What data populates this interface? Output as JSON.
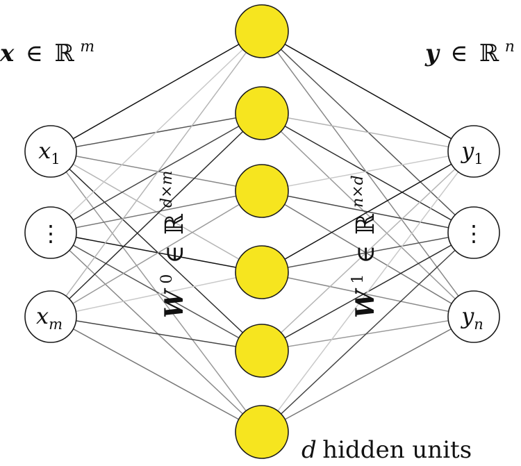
{
  "input_space": {
    "symbol": "x",
    "relation": "∈",
    "set": "ℝ",
    "exponent": "m"
  },
  "output_space": {
    "symbol": "y",
    "relation": "∈",
    "set": "ℝ",
    "exponent": "n"
  },
  "input_nodes": [
    {
      "base": "x",
      "sub": "1"
    },
    {
      "base": "⋮",
      "sub": ""
    },
    {
      "base": "x",
      "sub": "m"
    }
  ],
  "output_nodes": [
    {
      "base": "y",
      "sub": "1"
    },
    {
      "base": "⋮",
      "sub": ""
    },
    {
      "base": "y",
      "sub": "n"
    }
  ],
  "hidden_count": 6,
  "weight_in": {
    "symbol": "W",
    "superscript": "0",
    "relation": "∈",
    "set": "ℝ",
    "exponent": "d×m"
  },
  "weight_out": {
    "symbol": "W",
    "superscript": "1",
    "relation": "∈",
    "set": "ℝ",
    "exponent": "n×d"
  },
  "hidden_caption": {
    "var": "d",
    "text": " hidden units"
  },
  "colors": {
    "hidden_fill": "#f6e51f",
    "node_stroke": "#1a1a1a",
    "text": "#111111"
  }
}
